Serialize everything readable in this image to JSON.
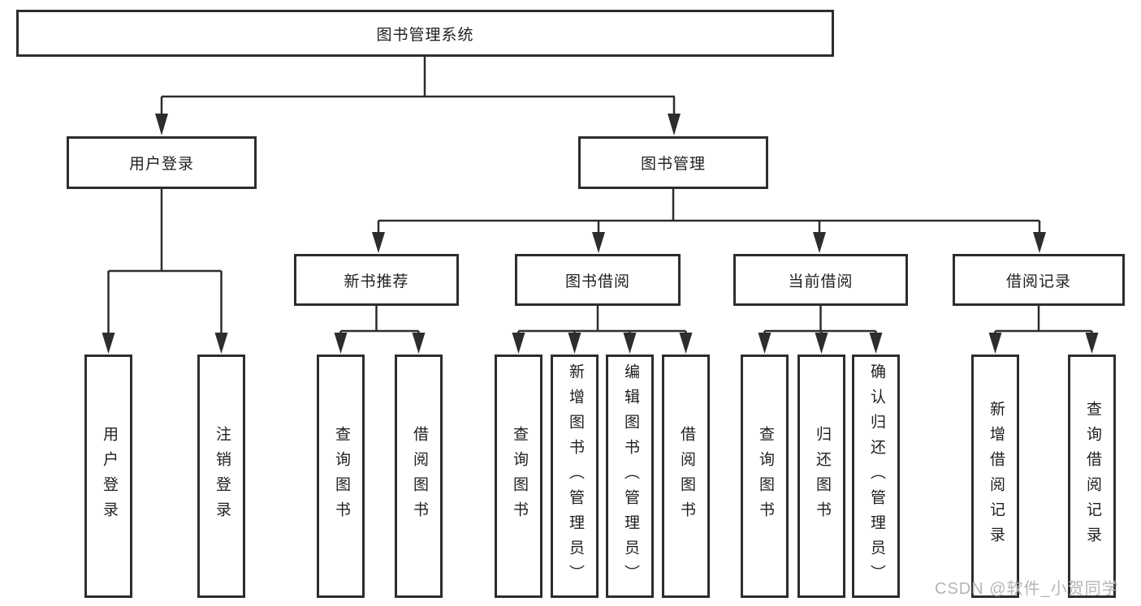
{
  "diagram": {
    "root": {
      "label": "图书管理系统",
      "children": [
        {
          "label": "用户登录",
          "children": [
            {
              "label": "用户登录"
            },
            {
              "label": "注销登录"
            }
          ]
        },
        {
          "label": "图书管理",
          "children": [
            {
              "label": "新书推荐",
              "children": [
                {
                  "label": "查询图书"
                },
                {
                  "label": "借阅图书"
                }
              ]
            },
            {
              "label": "图书借阅",
              "children": [
                {
                  "label": "查询图书"
                },
                {
                  "label": "新增图书（管理员）"
                },
                {
                  "label": "编辑图书（管理员）"
                },
                {
                  "label": "借阅图书"
                }
              ]
            },
            {
              "label": "当前借阅",
              "children": [
                {
                  "label": "查询图书"
                },
                {
                  "label": "归还图书"
                },
                {
                  "label": "确认归还（管理员）"
                }
              ]
            },
            {
              "label": "借阅记录",
              "children": [
                {
                  "label": "新增借阅记录"
                },
                {
                  "label": "查询借阅记录"
                }
              ]
            }
          ]
        }
      ]
    }
  },
  "watermark": {
    "text": "CSDN @软件_小贺同学"
  },
  "colors": {
    "line": "#2d2d2d",
    "text": "#1f1f1f",
    "watermark": "#b5b5b5",
    "background": "#ffffff"
  }
}
